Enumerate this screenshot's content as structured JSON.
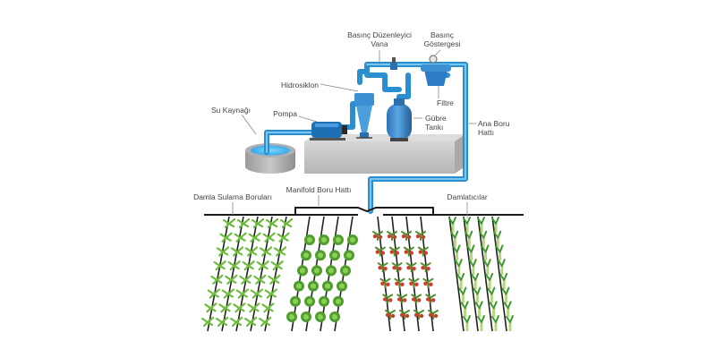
{
  "labels": {
    "valve": [
      "Basınç Düzenleyici",
      "Vana"
    ],
    "gauge": [
      "Basınç",
      "Göstergesi"
    ],
    "hydrocyclone": "Hidrosiklon",
    "filter": "Filtre",
    "water_source": "Su Kaynağı",
    "pump": "Pompa",
    "fertilizer_tank": [
      "Gübre",
      "Tankı"
    ],
    "main_pipe": [
      "Ana Boru",
      "Hattı"
    ],
    "drip_pipes": "Damla Sulama Boruları",
    "manifold": "Manifold Boru Hattı",
    "emitters": "Damlatıcılar"
  },
  "colors": {
    "pipe": "#2a8fd0",
    "tank": "#3a86c8",
    "concrete": "#c9c9c9",
    "water": "#3fb6f0",
    "leaf": "#6cbd3a",
    "cabbage": "#4f9d2d",
    "tomato": "#d23a2a",
    "stem": "#b5d77a"
  }
}
